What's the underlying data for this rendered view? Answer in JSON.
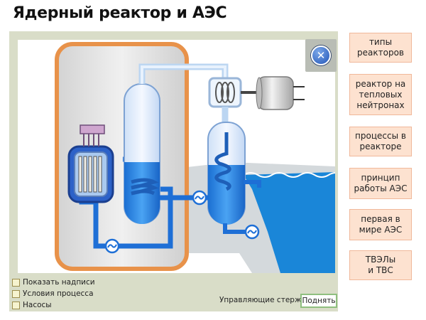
{
  "title": "Ядерный реактор и АЭС",
  "close_icon": "close-icon",
  "controls": {
    "checkboxes": [
      {
        "label": "Показать надписи",
        "checked": false
      },
      {
        "label": "Условия процесса",
        "checked": false
      },
      {
        "label": "Насосы",
        "checked": false
      }
    ],
    "rods_label": "Управляющие стержни",
    "rods_button": "Поднять"
  },
  "side_menu": [
    {
      "label": "типы\nреакторов"
    },
    {
      "label": "реактор на\nтепловых\nнейтронах"
    },
    {
      "label": "процессы в\nреакторе"
    },
    {
      "label": "принцип\nработы АЭС"
    },
    {
      "label": "первая в\nмире АЭС"
    },
    {
      "label": "ТВЭЛы\nи ТВС"
    }
  ],
  "colors": {
    "pipe_blue": "#1e6fd6",
    "water": "#1a86d8",
    "containment_border": "#e8924a",
    "menu_bg": "#fde2d0"
  }
}
